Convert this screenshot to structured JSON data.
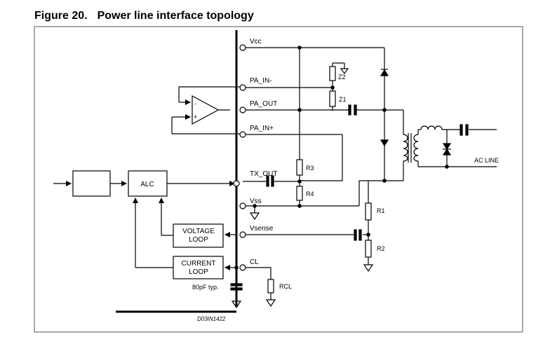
{
  "figure": {
    "number": "Figure 20.",
    "title": "Power line interface topology",
    "code": "D03IN1422"
  },
  "pins": {
    "vcc": "Vcc",
    "pa_in_minus": "PA_IN-",
    "pa_out": "PA_OUT",
    "pa_in_plus": "PA_IN+",
    "tx_out": "TX_OUT",
    "vss": "Vss",
    "vsense": "Vsense",
    "cl": "CL"
  },
  "blocks": {
    "alc": "ALC",
    "voltage_loop": [
      "VOLTAGE",
      "LOOP"
    ],
    "current_loop": [
      "CURRENT",
      "LOOP"
    ],
    "input_block": ""
  },
  "components": {
    "z1": "Z1",
    "z2": "Z2",
    "r1": "R1",
    "r2": "R2",
    "r3": "R3",
    "r4": "R4",
    "rcl": "RCL",
    "cap_note": "80pF typ.",
    "ac_line": "AC LINE"
  },
  "colors": {
    "stroke": "#000000",
    "frame": "#555555",
    "background": "#ffffff"
  }
}
